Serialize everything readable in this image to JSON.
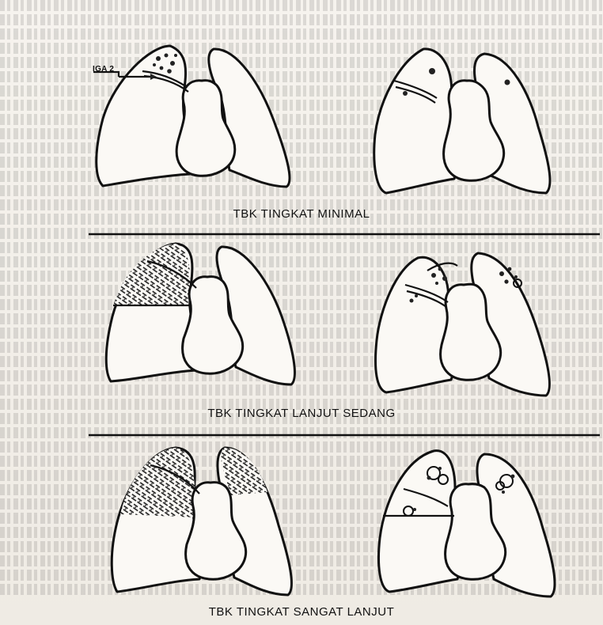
{
  "figure": {
    "iga_label": "IGA 2",
    "captions": {
      "minimal": "TBK TINGKAT MINIMAL",
      "moderate": "TBK TINGKAT LANJUT SEDANG",
      "advanced": "TBK TINGKAT SANGAT LANJUT"
    }
  }
}
